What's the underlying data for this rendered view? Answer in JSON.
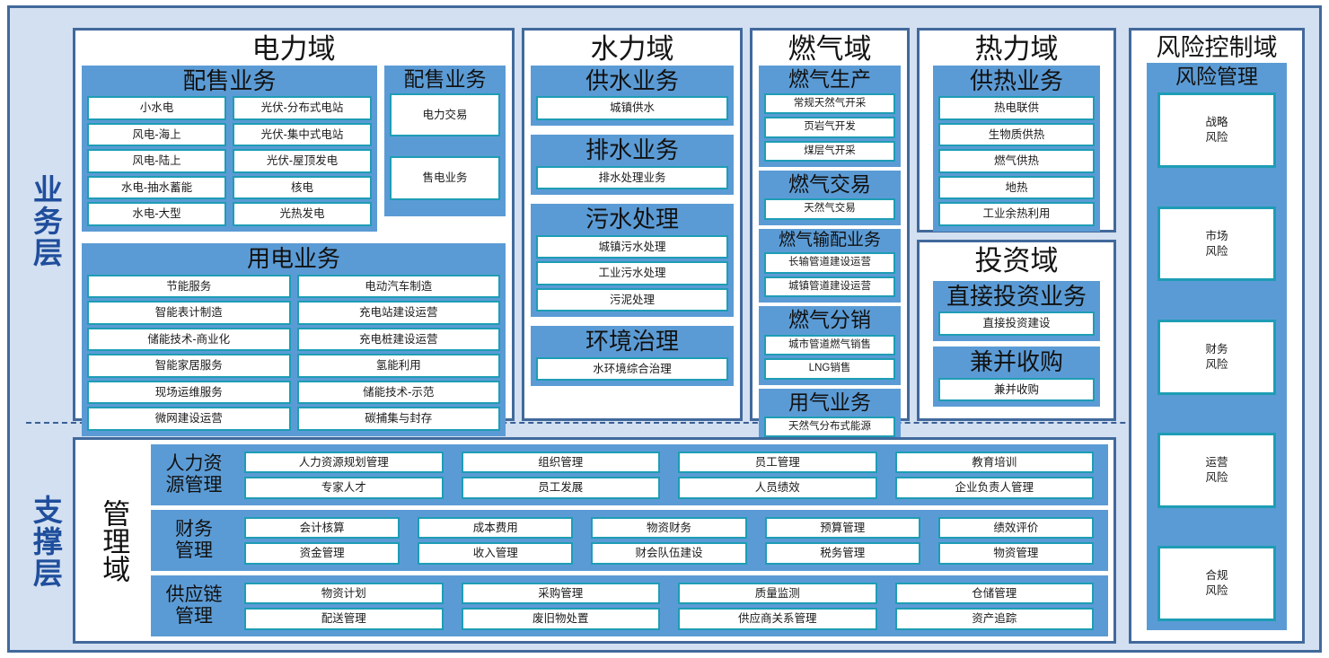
{
  "layers": {
    "business_label": "业务层",
    "support_label": "支撑层"
  },
  "business": {
    "power": {
      "title": "电力域",
      "groups": [
        {
          "title": "配售业务",
          "layout": "two-column",
          "col_left": [
            "小水电",
            "风电-海上",
            "风电-陆上",
            "水电-抽水蓄能",
            "水电-大型"
          ],
          "col_right": [
            "光伏-分布式电站",
            "光伏-集中式电站",
            "光伏-屋顶发电",
            "核电",
            "光热发电"
          ]
        },
        {
          "title": "配售业务",
          "layout": "narrow",
          "items": [
            "电力交易",
            "售电业务"
          ]
        },
        {
          "title": "用电业务",
          "layout": "two-column",
          "col_left": [
            "节能服务",
            "智能表计制造",
            "储能技术-商业化",
            "智能家居服务",
            "现场运维服务",
            "微网建设运营"
          ],
          "col_right": [
            "电动汽车制造",
            "充电站建设运营",
            "充电桩建设运营",
            "氢能利用",
            "储能技术-示范",
            "碳捕集与封存"
          ]
        }
      ]
    },
    "water": {
      "title": "水力域",
      "groups": [
        {
          "title": "供水业务",
          "items": [
            "城镇供水"
          ]
        },
        {
          "title": "排水业务",
          "items": [
            "排水处理业务"
          ]
        },
        {
          "title": "污水处理",
          "items": [
            "城镇污水处理",
            "工业污水处理",
            "污泥处理"
          ]
        },
        {
          "title": "环境治理",
          "items": [
            "水环境综合治理"
          ]
        }
      ]
    },
    "gas": {
      "title": "燃气域",
      "groups": [
        {
          "title": "燃气生产",
          "items": [
            "常规天然气开采",
            "页岩气开发",
            "煤层气开采"
          ]
        },
        {
          "title": "燃气交易",
          "items": [
            "天然气交易"
          ]
        },
        {
          "title": "燃气输配业务",
          "items": [
            "长输管道建设运营",
            "城镇管道建设运营"
          ]
        },
        {
          "title": "燃气分销",
          "items": [
            "城市管道燃气销售",
            "LNG销售"
          ]
        },
        {
          "title": "用气业务",
          "items": [
            "天然气分布式能源"
          ]
        }
      ]
    },
    "heat": {
      "title": "热力域",
      "groups": [
        {
          "title": "供热业务",
          "items": [
            "热电联供",
            "生物质供热",
            "燃气供热",
            "地热",
            "工业余热利用"
          ]
        }
      ]
    },
    "investment": {
      "title": "投资域",
      "groups": [
        {
          "title": "直接投资业务",
          "items": [
            "直接投资建设"
          ]
        },
        {
          "title": "兼并收购",
          "items": [
            "兼并收购"
          ]
        }
      ]
    },
    "risk": {
      "title": "风险控制域",
      "group_title": "风险管理",
      "items": [
        "战略\n风险",
        "市场\n风险",
        "财务\n风险",
        "运营\n风险",
        "合规\n风险"
      ]
    }
  },
  "support": {
    "domain_label": "管理域",
    "rows": [
      {
        "title": "人力资\n源管理",
        "cells": [
          [
            "人力资源规划管理",
            "专家人才"
          ],
          [
            "组织管理",
            "员工发展"
          ],
          [
            "员工管理",
            "人员绩效"
          ],
          [
            "教育培训",
            "企业负责人管理"
          ]
        ]
      },
      {
        "title": "财务\n管理",
        "cells": [
          [
            "会计核算",
            "资金管理"
          ],
          [
            "成本费用",
            "收入管理"
          ],
          [
            "物资财务",
            "财会队伍建设"
          ],
          [
            "预算管理",
            "税务管理"
          ],
          [
            "绩效评价",
            "物资管理"
          ]
        ]
      },
      {
        "title": "供应链\n管理",
        "cells": [
          [
            "物资计划",
            "配送管理"
          ],
          [
            "采购管理",
            "废旧物处置"
          ],
          [
            "质量监测",
            "供应商关系管理"
          ],
          [
            "仓储管理",
            "资产追踪"
          ]
        ]
      }
    ]
  },
  "colors": {
    "frame_border": "#41699B",
    "frame_fill": "#D3E0F1",
    "group_blue": "#5B9BD5",
    "chip_border": "#1E9DB5",
    "layer_label": "#1F4E9C"
  }
}
